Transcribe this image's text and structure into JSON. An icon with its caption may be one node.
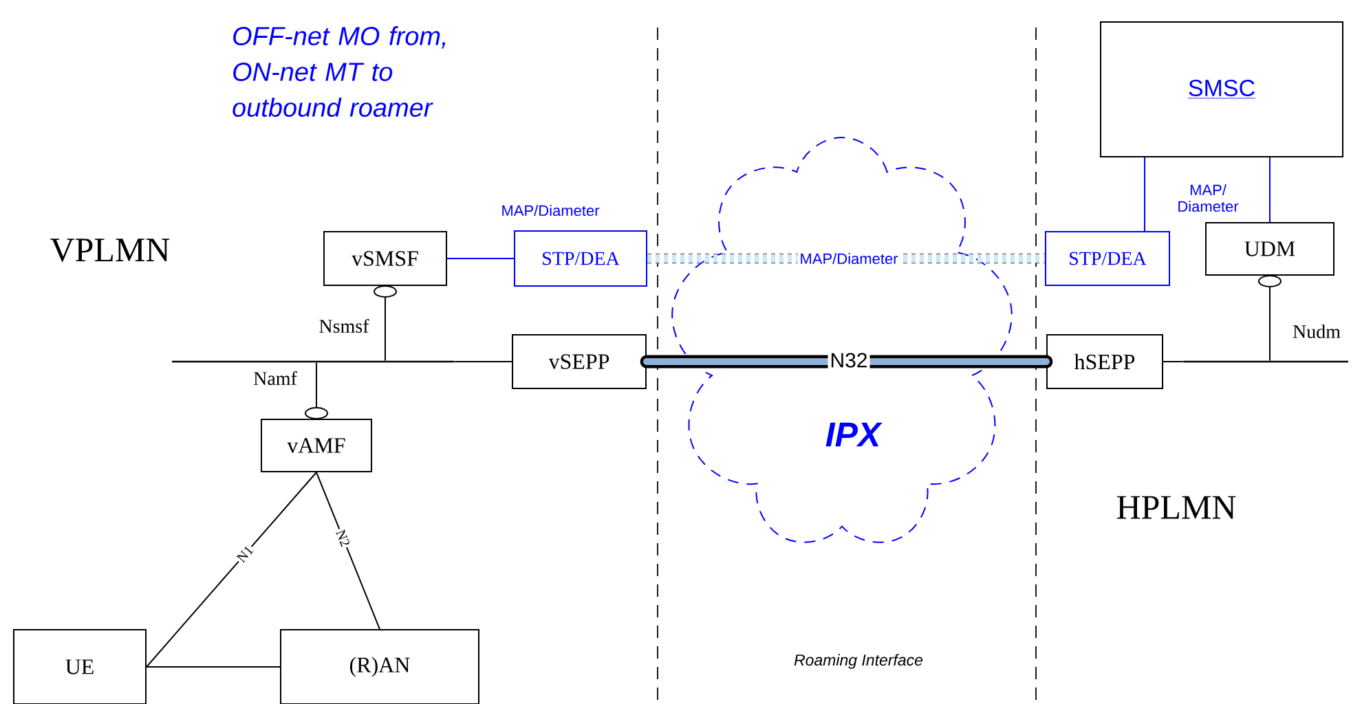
{
  "diagram": {
    "nodes": [
      {
        "text": [
          "vSMSF"
        ]
      },
      {
        "text": [
          "STP/DEA"
        ]
      },
      {
        "text": [
          "vSEPP"
        ]
      },
      {
        "text": [
          "vAMF"
        ]
      },
      {
        "text": [
          "UE"
        ]
      },
      {
        "text": [
          "(R)AN"
        ]
      },
      {
        "text": [
          "SMSC"
        ]
      },
      {
        "text": [
          "STP/DEA"
        ]
      },
      {
        "text": [
          "UDM"
        ]
      },
      {
        "text": [
          "hSEPP"
        ]
      },
      {
        "text": [],
        "shape": "bar"
      },
      {
        "text": [],
        "shape": "bar"
      }
    ],
    "edges": [
      {
        "from": 0,
        "to": 10,
        "arrow": "other",
        "label": "Nsmsf"
      },
      {
        "from": 3,
        "to": 10,
        "arrow": "other",
        "label": "Namf"
      },
      {
        "from": 10,
        "to": 2,
        "arrow": "none"
      },
      {
        "from": 0,
        "to": 1,
        "arrow": "none",
        "label": "MAP/Diameter",
        "color": "#0000ff"
      },
      {
        "from": 1,
        "to": 7,
        "arrow": "none",
        "label": "MAP/Diameter",
        "style": "dashed",
        "color": "#666666"
      },
      {
        "from": 2,
        "to": 9,
        "arrow": "none",
        "label": "N32",
        "style": "thick"
      },
      {
        "from": 3,
        "to": 4,
        "arrow": "none",
        "label": "N1"
      },
      {
        "from": 3,
        "to": 5,
        "arrow": "none",
        "label": "N2"
      },
      {
        "from": 4,
        "to": 5,
        "arrow": "none"
      },
      {
        "from": 6,
        "to": 7,
        "arrow": "none",
        "label": "MAP/ Diameter",
        "color": "#0000ff"
      },
      {
        "from": 6,
        "to": 8,
        "arrow": "none",
        "color": "#0000ff"
      },
      {
        "from": 8,
        "to": 11,
        "arrow": "other",
        "label": "Nudm"
      },
      {
        "from": 9,
        "to": 11,
        "arrow": "none"
      }
    ],
    "labels": [
      "OFF-net MO from, ON-net MT to outbound roamer",
      "VPLMN",
      "IPX",
      "HPLMN",
      "Roaming Interface"
    ]
  }
}
